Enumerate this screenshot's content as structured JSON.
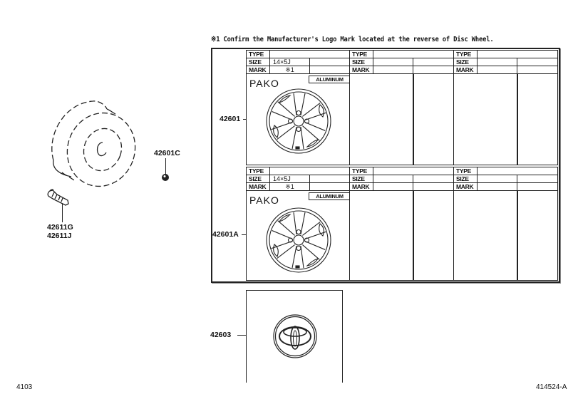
{
  "note": "※1  Confirm the Manufacturer's Logo Mark located at the reverse of Disc Wheel.",
  "parts": {
    "wheel_row1": {
      "part_no": "42601"
    },
    "wheel_row2": {
      "part_no": "42601A"
    },
    "center_cap": {
      "part_no": "42603"
    },
    "valve": {
      "part_no_1": "42611G",
      "part_no_2": "42611J"
    },
    "nut": {
      "part_no": "42601C"
    }
  },
  "table": {
    "labels": {
      "type": "TYPE",
      "size": "SIZE",
      "mark": "MARK"
    },
    "rows": [
      {
        "cells": [
          {
            "type": "",
            "size": "14×5J",
            "mark": "※1",
            "maker": "PAKO",
            "material": "ALUMINUM"
          },
          {
            "type": "",
            "size": "",
            "mark": "",
            "maker": "",
            "material": ""
          },
          {
            "type": "",
            "size": "",
            "mark": "",
            "maker": "",
            "material": ""
          }
        ]
      },
      {
        "cells": [
          {
            "type": "",
            "size": "14×5J",
            "mark": "※1",
            "maker": "PAKO",
            "material": "ALUMINUM"
          },
          {
            "type": "",
            "size": "",
            "mark": "",
            "maker": "",
            "material": ""
          },
          {
            "type": "",
            "size": "",
            "mark": "",
            "maker": "",
            "material": ""
          }
        ]
      }
    ]
  },
  "footer": {
    "left_code": "4103",
    "right_code": "414524-A"
  }
}
